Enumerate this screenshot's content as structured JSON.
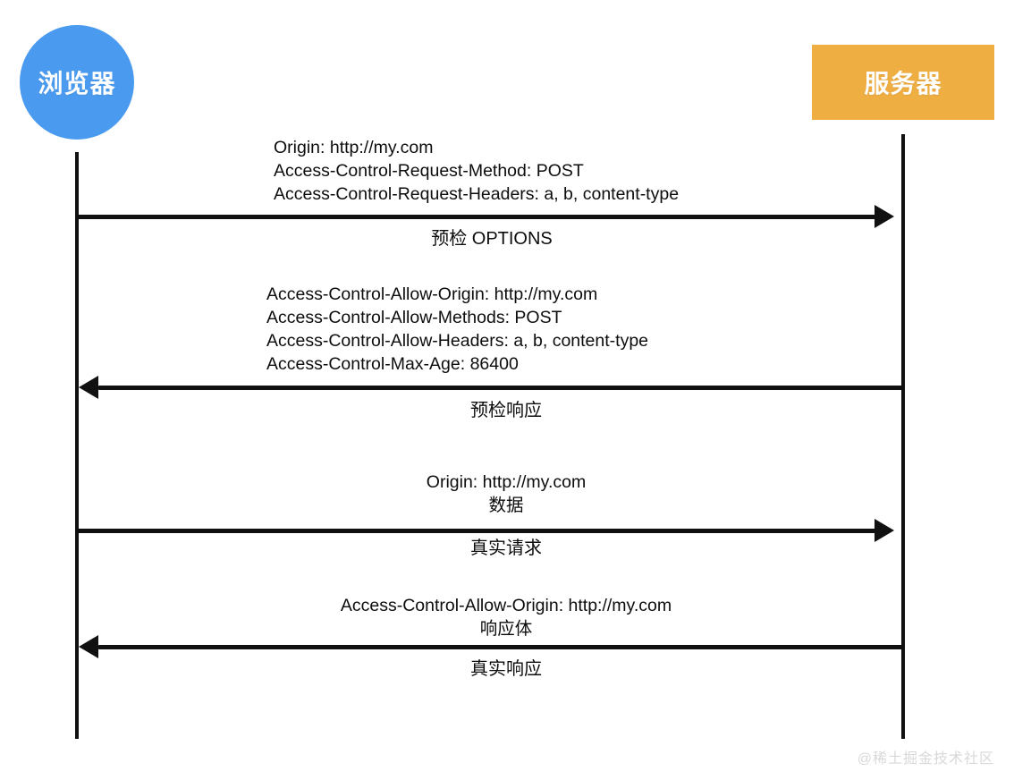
{
  "diagram": {
    "title": "CORS preflight sequence",
    "colors": {
      "browser": "#4a9bf0",
      "server": "#efae42",
      "line": "#111111",
      "text": "#0d0d0d",
      "watermark": "#d8d8d8"
    },
    "actors": {
      "browser": {
        "label": "浏览器",
        "shape": "circle"
      },
      "server": {
        "label": "服务器",
        "shape": "rectangle"
      }
    },
    "messages": [
      {
        "id": "preflight-request",
        "direction": "browser-to-server",
        "headers": [
          "Origin: http://my.com",
          "Access-Control-Request-Method: POST",
          "Access-Control-Request-Headers: a, b, content-type"
        ],
        "caption": "预检 OPTIONS"
      },
      {
        "id": "preflight-response",
        "direction": "server-to-browser",
        "headers": [
          "Access-Control-Allow-Origin: http://my.com",
          "Access-Control-Allow-Methods: POST",
          "Access-Control-Allow-Headers: a, b, content-type",
          "Access-Control-Max-Age: 86400"
        ],
        "caption": "预检响应"
      },
      {
        "id": "actual-request",
        "direction": "browser-to-server",
        "headers": [
          "Origin: http://my.com",
          "数据"
        ],
        "caption": "真实请求"
      },
      {
        "id": "actual-response",
        "direction": "server-to-browser",
        "headers": [
          "Access-Control-Allow-Origin: http://my.com",
          "响应体"
        ],
        "caption": "真实响应"
      }
    ],
    "watermark": "@稀土掘金技术社区"
  }
}
